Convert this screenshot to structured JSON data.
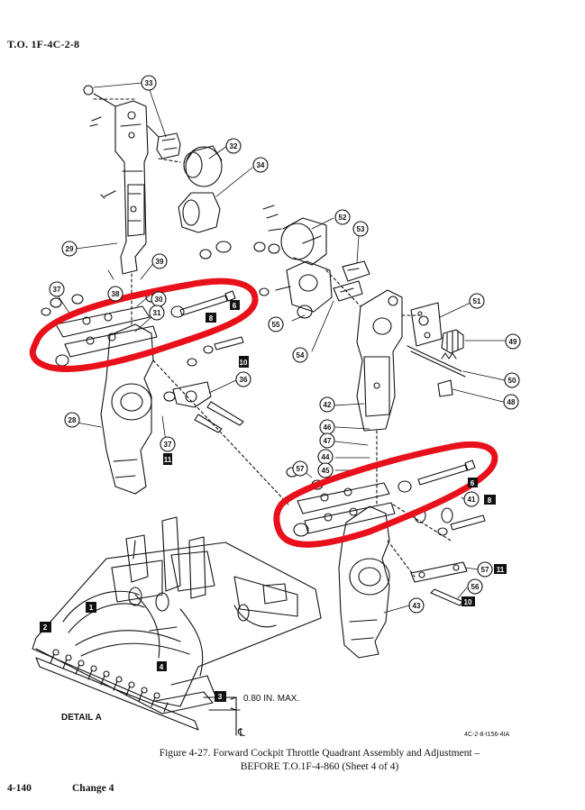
{
  "header": {
    "to_number": "T.O. 1F-4C-2-8"
  },
  "callouts": {
    "c33": "33",
    "c32": "32",
    "c34": "34",
    "c29": "29",
    "c38": "38",
    "c39": "39",
    "c37a": "37",
    "c30": "30",
    "c31": "31",
    "c28": "28",
    "c37b": "37",
    "c36": "36",
    "c52": "52",
    "c53": "53",
    "c55": "55",
    "c54": "54",
    "c51": "51",
    "c49": "49",
    "c50": "50",
    "c48": "48",
    "c42": "42",
    "c46": "46",
    "c47": "47",
    "c44": "44",
    "c45": "45",
    "c57a": "57",
    "c41": "41",
    "c57b": "57",
    "c56": "56",
    "c43": "43"
  },
  "flags": {
    "f8a": "8",
    "f6a": "6",
    "f10a": "10",
    "f11a": "11",
    "f6b": "6",
    "f8b": "8",
    "f11b": "11",
    "f10b": "10",
    "d1": "1",
    "d2": "2",
    "d3": "3",
    "d4": "4"
  },
  "detail": {
    "title": "DETAIL A",
    "dimension": "0.80 IN. MAX.",
    "centerline": "℄"
  },
  "figure_code": "4C-2-8-I156-4IA",
  "caption": {
    "line1": "Figure 4-27. Forward Cockpit Throttle Quadrant Assembly and Adjustment –",
    "line2": "BEFORE T.O.1F-4-860 (Sheet 4 of 4)"
  },
  "footer": {
    "page": "4-140",
    "change": "Change 4"
  },
  "colors": {
    "ink": "#111111",
    "highlight": "#e8101a"
  }
}
